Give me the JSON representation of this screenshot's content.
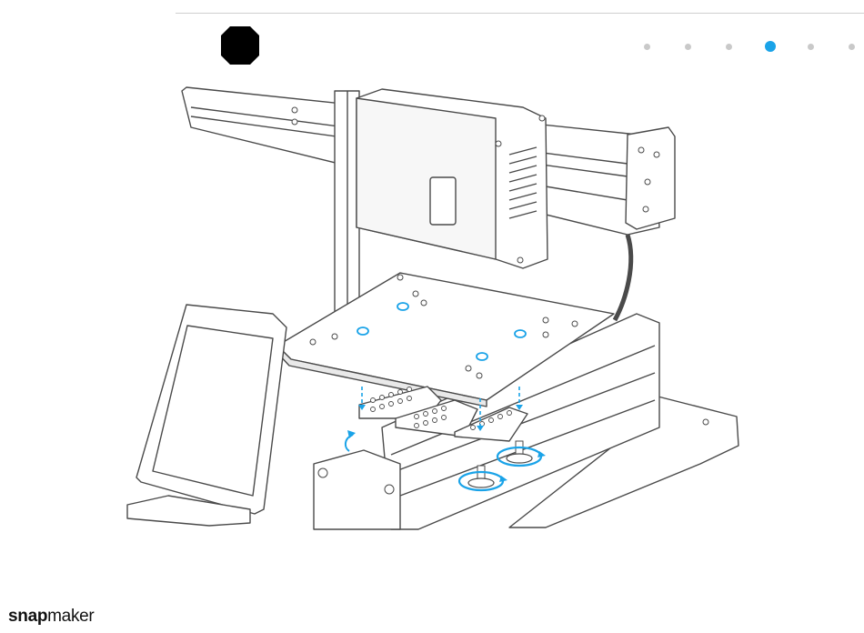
{
  "step": {
    "number": ""
  },
  "pager": {
    "count": 6,
    "active_index": 3
  },
  "brand": {
    "bold": "snap",
    "light": "maker"
  },
  "colors": {
    "accent": "#1aa3e8",
    "inactive_dot": "#c9c9c9",
    "badge": "#000000",
    "line": "#4a4a4a"
  },
  "icons": {
    "step_badge": "octagon-badge-icon"
  }
}
